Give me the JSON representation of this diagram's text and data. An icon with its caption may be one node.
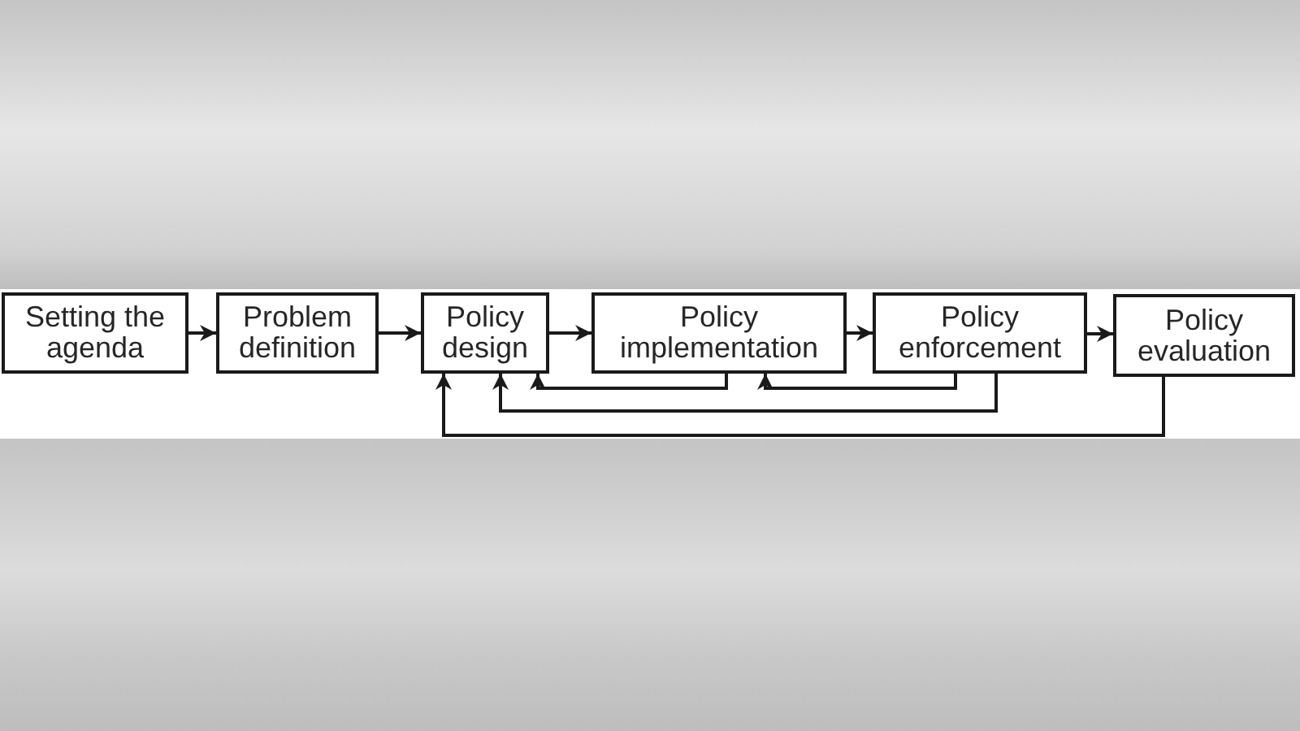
{
  "diagram": {
    "nodes": [
      {
        "text": [
          "Setting the agenda"
        ]
      },
      {
        "text": [
          "Problem definition"
        ]
      },
      {
        "text": [
          "Policy design"
        ]
      },
      {
        "text": [
          "Policy implementation"
        ]
      },
      {
        "text": [
          "Policy enforcement"
        ]
      },
      {
        "text": [
          "Policy evaluation"
        ]
      }
    ],
    "edges": [
      {
        "from": 0,
        "to": 1,
        "arrow": "to"
      },
      {
        "from": 1,
        "to": 2,
        "arrow": "to"
      },
      {
        "from": 2,
        "to": 3,
        "arrow": "to"
      },
      {
        "from": 3,
        "to": 4,
        "arrow": "to"
      },
      {
        "from": 4,
        "to": 5,
        "arrow": "to"
      },
      {
        "from": 3,
        "to": 2,
        "arrow": "to"
      },
      {
        "from": 4,
        "to": 3,
        "arrow": "to"
      },
      {
        "from": 4,
        "to": 2,
        "arrow": "to"
      },
      {
        "from": 5,
        "to": 2,
        "arrow": "to"
      }
    ]
  }
}
